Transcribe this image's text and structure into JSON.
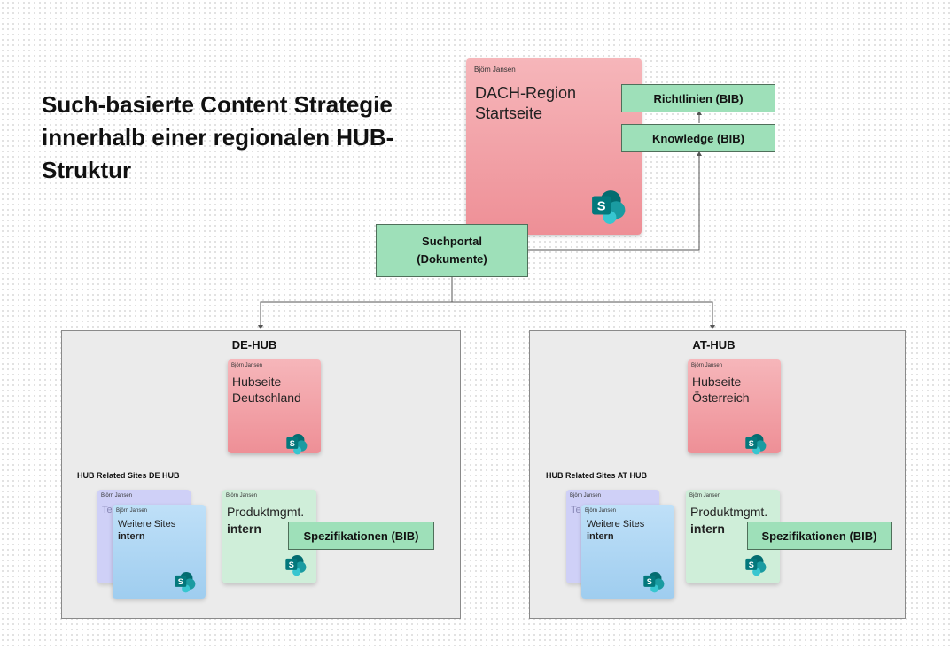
{
  "title": "Such-basierte Content Strategie innerhalb einer regionalen HUB-Struktur",
  "region_card": {
    "author": "Björn Jansen",
    "title": "DACH-Region Startseite"
  },
  "richtlinien_box": {
    "label": "Richtlinien (BIB)"
  },
  "knowledge_box": {
    "label": "Knowledge (BIB)"
  },
  "suchportal_box": {
    "label": "Suchportal (Dokumente)"
  },
  "hubs": [
    {
      "title": "DE-HUB",
      "hub_card": {
        "author": "Björn Jansen",
        "title": "Hubseite Deutschland"
      },
      "related_label": "HUB Related Sites DE HUB",
      "back_card": {
        "author": "Björn Jansen",
        "text": "Tex"
      },
      "sites_card": {
        "author": "Björn Jansen",
        "title": "Weitere Sites",
        "subtitle": "intern"
      },
      "product_card": {
        "author": "Björn Jansen",
        "title": "Produktmgmt.",
        "subtitle": "intern"
      },
      "spec_box": {
        "label": "Spezifikationen (BIB)"
      }
    },
    {
      "title": "AT-HUB",
      "hub_card": {
        "author": "Björn Jansen",
        "title": "Hubseite Österreich"
      },
      "related_label": "HUB Related Sites AT HUB",
      "back_card": {
        "author": "Björn Jansen",
        "text": "Tex"
      },
      "sites_card": {
        "author": "Björn Jansen",
        "title": "Weitere Sites",
        "subtitle": "intern"
      },
      "product_card": {
        "author": "Björn Jansen",
        "title": "Produktmgmt.",
        "subtitle": "intern"
      },
      "spec_box": {
        "label": "Spezifikationen (BIB)"
      }
    }
  ],
  "icons": {
    "sharepoint": "sharepoint-icon",
    "arrowhead": "arrowhead-icon"
  },
  "colors": {
    "card_red": "#f09aa0",
    "box_green": "#9ee0b9",
    "card_green": "#cfeed9",
    "card_blue": "#a9d4f2",
    "card_purple": "#cfd0f7",
    "panel_grey": "#ebebeb"
  }
}
